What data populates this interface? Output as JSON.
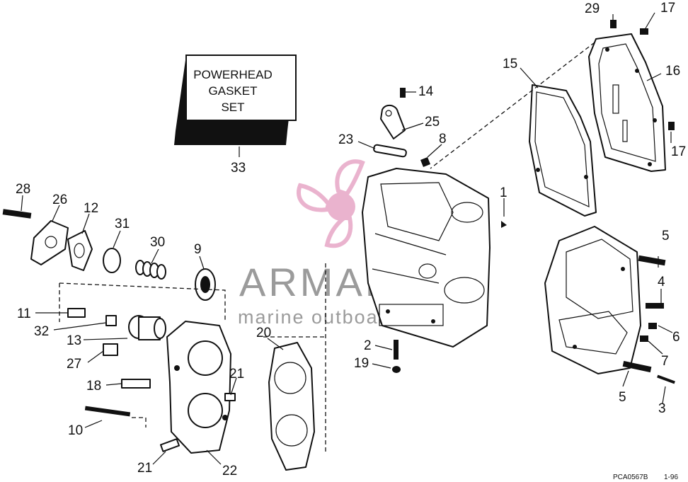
{
  "diagram": {
    "gasket_set_label": [
      "POWERHEAD",
      "GASKET",
      "SET"
    ],
    "gasket_set_number": "33",
    "figure_code": "PCA0567B",
    "figure_date": "1-96",
    "parts": [
      {
        "id": "p29",
        "label": "29"
      },
      {
        "id": "p17a",
        "label": "17"
      },
      {
        "id": "p15",
        "label": "15"
      },
      {
        "id": "p16",
        "label": "16"
      },
      {
        "id": "p17b",
        "label": "17"
      },
      {
        "id": "p14",
        "label": "14"
      },
      {
        "id": "p25",
        "label": "25"
      },
      {
        "id": "p23",
        "label": "23"
      },
      {
        "id": "p8",
        "label": "8"
      },
      {
        "id": "p1",
        "label": "1"
      },
      {
        "id": "p28",
        "label": "28"
      },
      {
        "id": "p26",
        "label": "26"
      },
      {
        "id": "p12",
        "label": "12"
      },
      {
        "id": "p31",
        "label": "31"
      },
      {
        "id": "p30",
        "label": "30"
      },
      {
        "id": "p9",
        "label": "9"
      },
      {
        "id": "p11",
        "label": "11"
      },
      {
        "id": "p32",
        "label": "32"
      },
      {
        "id": "p13",
        "label": "13"
      },
      {
        "id": "p27",
        "label": "27"
      },
      {
        "id": "p18",
        "label": "18"
      },
      {
        "id": "p10",
        "label": "10"
      },
      {
        "id": "p20",
        "label": "20"
      },
      {
        "id": "p21a",
        "label": "21"
      },
      {
        "id": "p21b",
        "label": "21"
      },
      {
        "id": "p22",
        "label": "22"
      },
      {
        "id": "p2",
        "label": "2"
      },
      {
        "id": "p19",
        "label": "19"
      },
      {
        "id": "p5a",
        "label": "5"
      },
      {
        "id": "p4",
        "label": "4"
      },
      {
        "id": "p6",
        "label": "6"
      },
      {
        "id": "p7",
        "label": "7"
      },
      {
        "id": "p5b",
        "label": "5"
      },
      {
        "id": "p3",
        "label": "3"
      }
    ]
  },
  "watermark": {
    "brand": "ARMADA",
    "tagline": "marine outboards",
    "logo_color": "#e7a6c6",
    "text_color": "#8a8a8a"
  }
}
